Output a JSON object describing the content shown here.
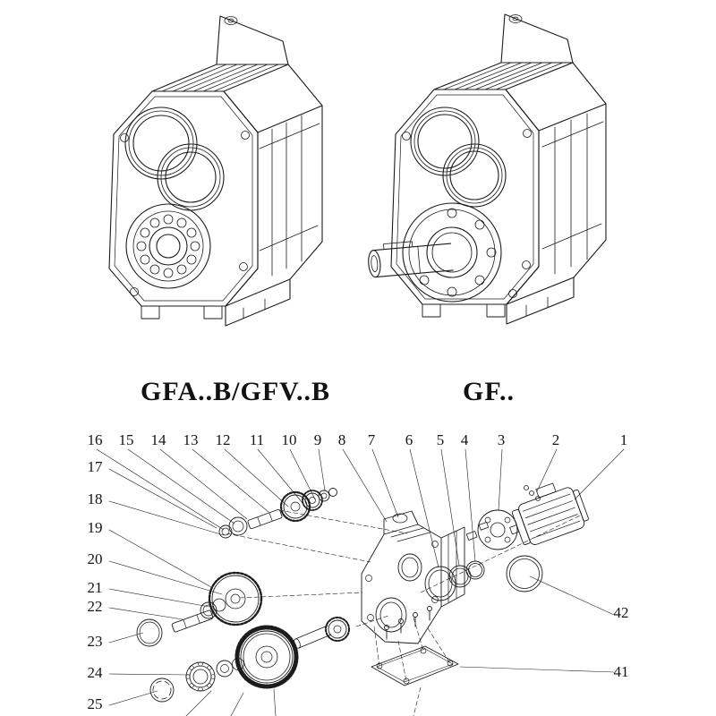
{
  "colors": {
    "ink": "#1c1c1c",
    "background": "#ffffff"
  },
  "models": {
    "left_label": "GFA..B/GFV..B",
    "right_label": "GF.."
  },
  "parts_diagram": {
    "top_row": [
      "16",
      "15",
      "14",
      "13",
      "12",
      "11",
      "10",
      "9",
      "8",
      "7",
      "6",
      "5",
      "4",
      "3",
      "2",
      "1"
    ],
    "left_column": [
      "17",
      "18",
      "19",
      "20",
      "21",
      "22",
      "23",
      "24",
      "25"
    ],
    "right_column": [
      "42",
      "41"
    ]
  }
}
